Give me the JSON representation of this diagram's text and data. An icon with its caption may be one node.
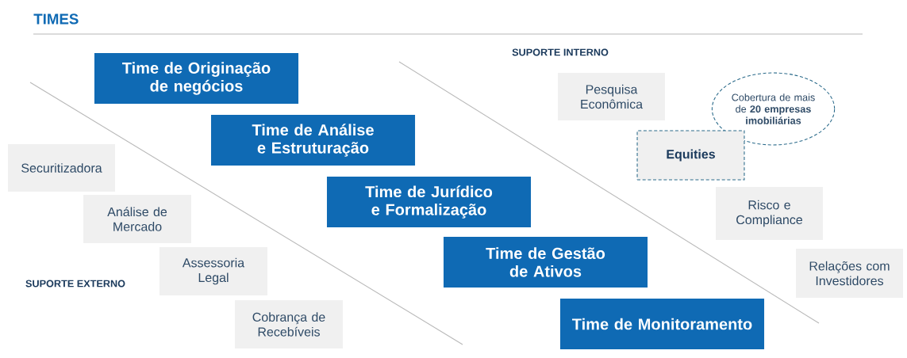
{
  "diagram": {
    "title": "TIMES",
    "nodes": [
      {
        "text": [
          "Time de Originação de negócios"
        ]
      },
      {
        "text": [
          "Time de Análise e Estruturação"
        ]
      },
      {
        "text": [
          "Time de Jurídico e Formalização"
        ]
      },
      {
        "text": [
          "Time de Gestão de Ativos"
        ]
      },
      {
        "text": [
          "Time de Monitoramento"
        ]
      },
      {
        "text": [
          "Securitizadora"
        ]
      },
      {
        "text": [
          "Análise de Mercado"
        ]
      },
      {
        "text": [
          "Assessoria Legal"
        ]
      },
      {
        "text": [
          "Cobrança de Recebíveis"
        ]
      },
      {
        "text": [
          "Pesquisa Econômica"
        ]
      },
      {
        "text": [
          "Cobertura de mais de **20 empresas imobiliárias**"
        ]
      },
      {
        "text": [
          "Equities"
        ]
      },
      {
        "text": [
          "Risco e Compliance"
        ]
      },
      {
        "text": [
          "Relações com Investidores"
        ]
      }
    ],
    "edges": [],
    "labels": [
      "SUPORTE INTERNO",
      "SUPORTE EXTERNO"
    ]
  }
}
